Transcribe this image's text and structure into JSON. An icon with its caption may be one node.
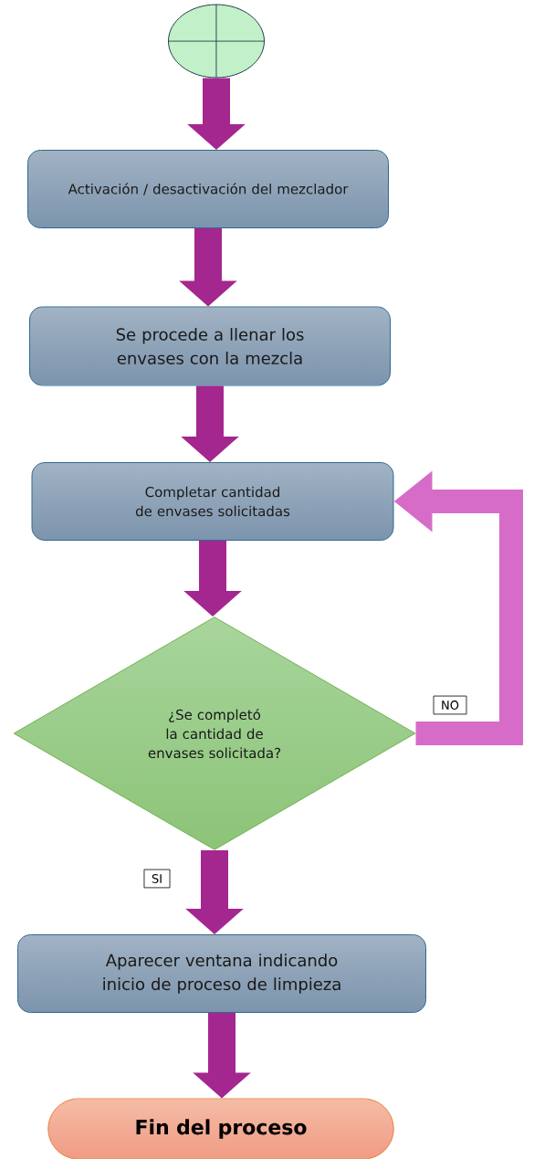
{
  "diagram": {
    "nodes": [
      {
        "text": [],
        "shape": "circle"
      },
      {
        "text": [
          "Activación / desactivación del mezclador"
        ]
      },
      {
        "text": [
          "Se procede a llenar los envases con la mezcla"
        ]
      },
      {
        "text": [
          "Completar cantidad de envases solicitadas"
        ]
      },
      {
        "text": [
          "¿Se completó la cantidad de envases solicitada?"
        ]
      },
      {
        "text": [
          "Aparecer ventana indicando inicio de proceso de limpieza"
        ]
      },
      {
        "text": [
          "Fin del proceso"
        ]
      }
    ],
    "edges": [
      {
        "from": 0,
        "to": 1,
        "arrow": "to"
      },
      {
        "from": 1,
        "to": 2,
        "arrow": "to"
      },
      {
        "from": 2,
        "to": 3,
        "arrow": "to"
      },
      {
        "from": 3,
        "to": 4,
        "arrow": "to"
      },
      {
        "from": 4,
        "to": 5,
        "arrow": "to",
        "label": "SI"
      },
      {
        "from": 5,
        "to": 6,
        "arrow": "to"
      },
      {
        "from": 4,
        "to": 3,
        "arrow": "to",
        "label": "NO",
        "color": "#d66cc8"
      }
    ]
  }
}
